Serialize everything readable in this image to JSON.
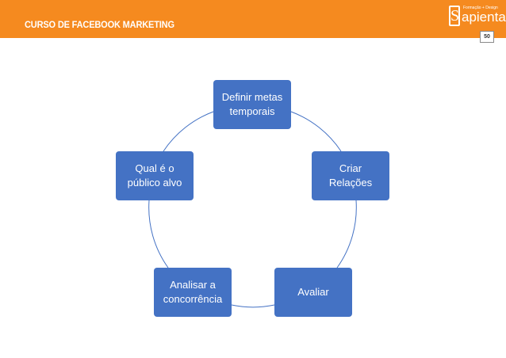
{
  "header": {
    "title": "CURSO DE FACEBOOK MARKETING",
    "background_color": "#f58a1f",
    "logo": {
      "name": "apienta",
      "tagline": "Formação + Design",
      "mark": "S"
    }
  },
  "page_number": "50",
  "diagram": {
    "type": "cycle",
    "node_color": "#4472c4",
    "connector_color": "#4472c4",
    "nodes": [
      {
        "label": "Definir metas\ntemporais"
      },
      {
        "label": "Criar\nRelações"
      },
      {
        "label": "Avaliar"
      },
      {
        "label": "Analisar a\nconcorrência"
      },
      {
        "label": "Qual é o\npúblico alvo"
      }
    ]
  }
}
